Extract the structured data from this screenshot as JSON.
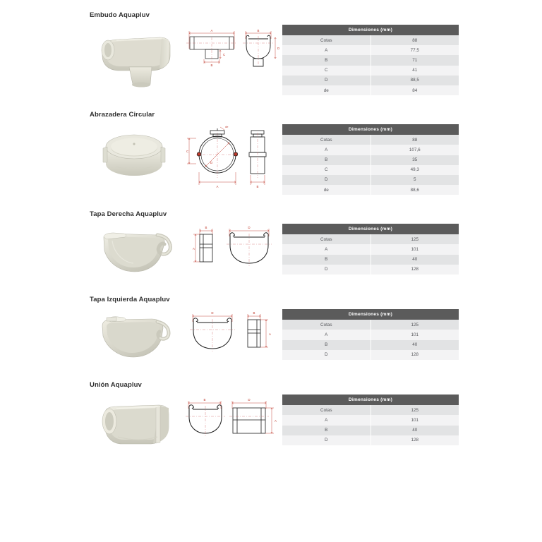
{
  "document": {
    "title": "Catálogo Aquapluv - Accesorios",
    "background_color": "#ffffff"
  },
  "table_style": {
    "header_background": "#5b5b5b",
    "header_text_color": "#ffffff",
    "row_odd_background": "#e2e3e4",
    "row_even_background": "#f3f3f4",
    "text_color": "#55565a"
  },
  "drawing_style": {
    "outline_color": "#1a1a1a",
    "dimension_color": "#c0392b",
    "centerline_color": "#d36b6b"
  },
  "product_color": "#d9d8cc",
  "products": [
    {
      "heading": "Embudo Aquapluv",
      "photo_name": "gutter-outlet-photo",
      "drawing_name": "gutter-outlet-drawing",
      "drawing_labels": [
        "A",
        "B",
        "C",
        "D",
        "de"
      ],
      "table": {
        "header": "Dimensiones (mm)",
        "rows": [
          {
            "label": "Cotas",
            "value": "88"
          },
          {
            "label": "A",
            "value": "77,5"
          },
          {
            "label": "B",
            "value": "71"
          },
          {
            "label": "C",
            "value": "41"
          },
          {
            "label": "D",
            "value": "88,5"
          },
          {
            "label": "de",
            "value": "84"
          }
        ]
      }
    },
    {
      "heading": "Abrazadera Circular",
      "photo_name": "circular-clamp-photo",
      "drawing_name": "circular-clamp-drawing",
      "drawing_labels": [
        "A",
        "B",
        "C",
        "D",
        "de"
      ],
      "table": {
        "header": "Dimensiones (mm)",
        "rows": [
          {
            "label": "Cotas",
            "value": "88"
          },
          {
            "label": "A",
            "value": "107,6"
          },
          {
            "label": "B",
            "value": "35"
          },
          {
            "label": "C",
            "value": "49,3"
          },
          {
            "label": "D",
            "value": "5"
          },
          {
            "label": "de",
            "value": "88,6"
          }
        ]
      }
    },
    {
      "heading": "Tapa Derecha Aquapluv",
      "photo_name": "right-end-cap-photo",
      "drawing_name": "right-end-cap-drawing",
      "drawing_labels": [
        "A",
        "B",
        "D"
      ],
      "table": {
        "header": "Dimensiones (mm)",
        "rows": [
          {
            "label": "Cotas",
            "value": "125"
          },
          {
            "label": "A",
            "value": "101"
          },
          {
            "label": "B",
            "value": "40"
          },
          {
            "label": "D",
            "value": "128"
          }
        ]
      }
    },
    {
      "heading": "Tapa Izquierda Aquapluv",
      "photo_name": "left-end-cap-photo",
      "drawing_name": "left-end-cap-drawing",
      "drawing_labels": [
        "A",
        "B",
        "D"
      ],
      "table": {
        "header": "Dimensiones (mm)",
        "rows": [
          {
            "label": "Cotas",
            "value": "125"
          },
          {
            "label": "A",
            "value": "101"
          },
          {
            "label": "B",
            "value": "40"
          },
          {
            "label": "D",
            "value": "128"
          }
        ]
      }
    },
    {
      "heading": "Unión Aquapluv",
      "photo_name": "gutter-union-photo",
      "drawing_name": "gutter-union-drawing",
      "drawing_labels": [
        "A",
        "B",
        "D"
      ],
      "table": {
        "header": "Dimensiones (mm)",
        "rows": [
          {
            "label": "Cotas",
            "value": "125"
          },
          {
            "label": "A",
            "value": "101"
          },
          {
            "label": "B",
            "value": "40"
          },
          {
            "label": "D",
            "value": "128"
          }
        ]
      }
    }
  ]
}
